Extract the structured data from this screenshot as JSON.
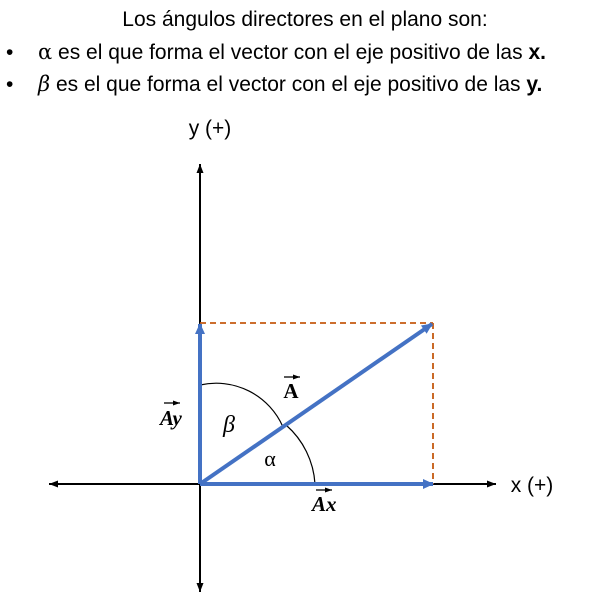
{
  "heading": {
    "title": "Los ángulos directores en el plano son:",
    "bullets": [
      {
        "marker": "•",
        "symbol": "α",
        "text_before_bold": " es el que forma el vector con el eje positivo de las ",
        "bold": "x."
      },
      {
        "marker": "•",
        "symbol": "β",
        "text_before_bold": " es el que forma el vector con el eje positivo de las ",
        "bold": "y."
      }
    ]
  },
  "diagram": {
    "y_axis_label": "y (+)",
    "x_axis_label": "x (+)",
    "vector_label": "A",
    "vector_x_label": "Ax",
    "vector_y_label": "Ay",
    "alpha_label": "α",
    "beta_label": "β",
    "colors": {
      "vector": "#4472c4",
      "dashed": "#c55a11",
      "axes": "#000000"
    }
  }
}
